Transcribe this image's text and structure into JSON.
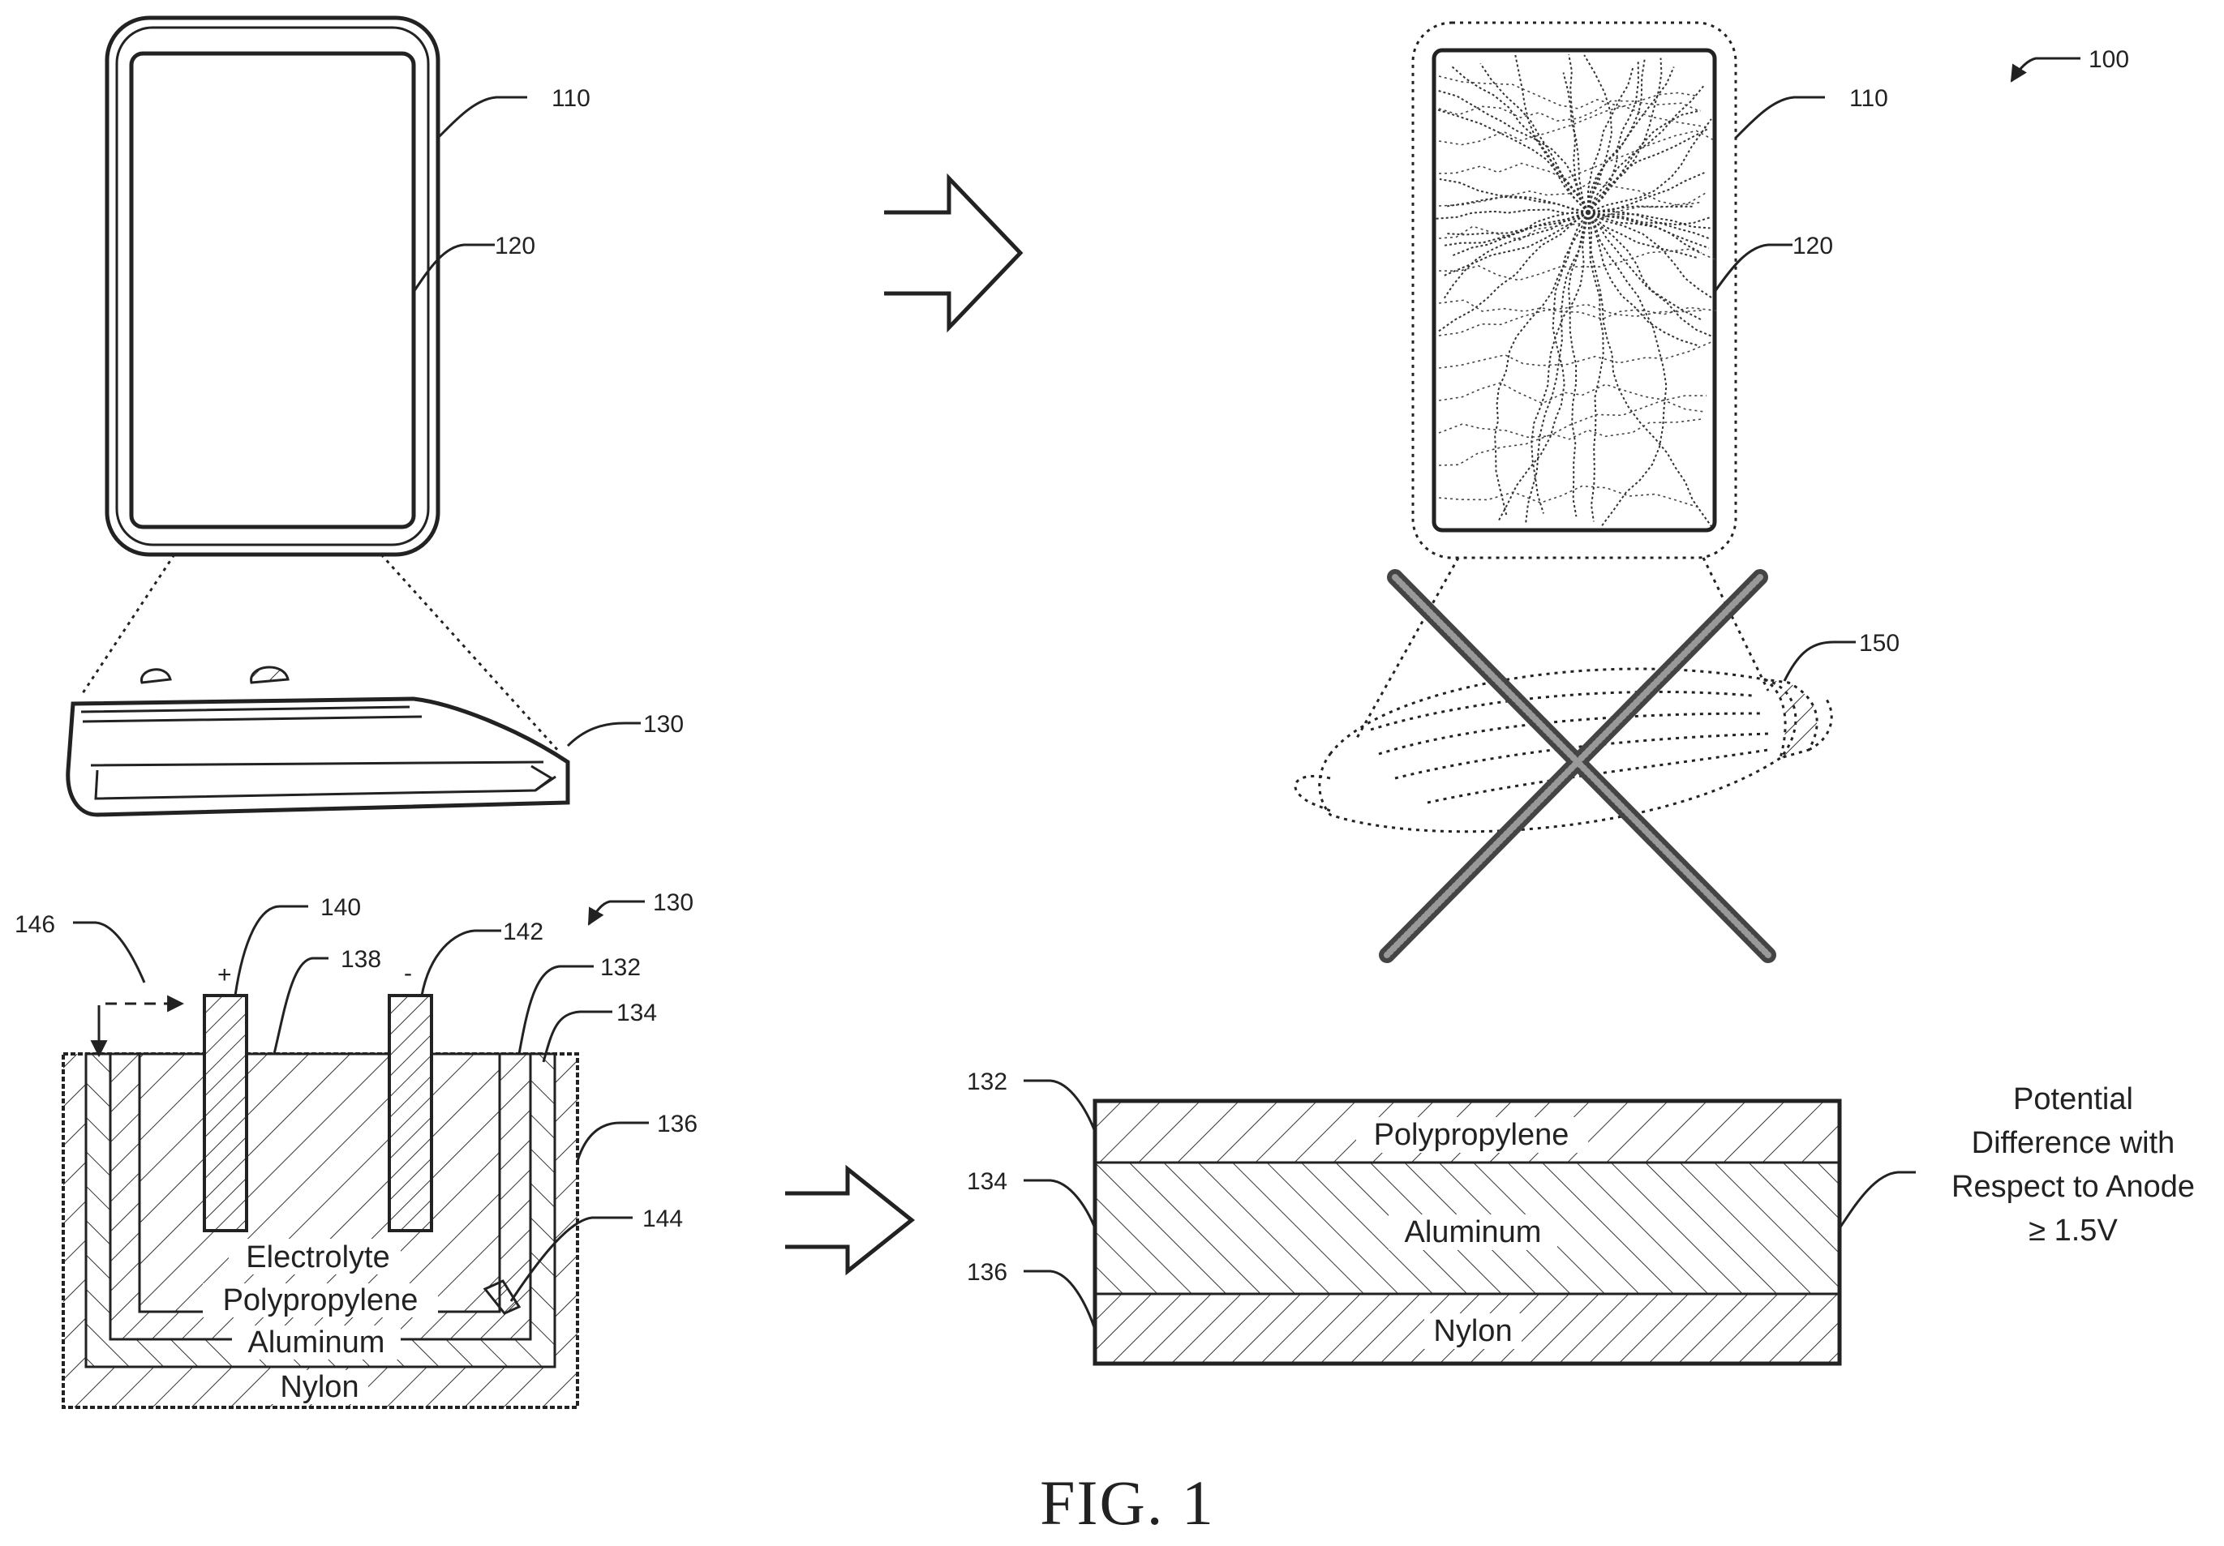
{
  "figure": {
    "caption": "FIG. 1",
    "ref_labels": {
      "r100": "100",
      "r110_left": "110",
      "r120_left": "120",
      "r130_pouch": "130",
      "r110_right": "110",
      "r120_right": "120",
      "r150": "150",
      "r146": "146",
      "r140": "140",
      "r138": "138",
      "r142": "142",
      "r130_cell": "130",
      "r132_cell": "132",
      "r134_cell": "134",
      "r136_cell": "136",
      "r144": "144",
      "r132_stack": "132",
      "r134_stack": "134",
      "r136_stack": "136"
    },
    "terminals": {
      "plus": "+",
      "minus": "-"
    },
    "cell_layers": {
      "electrolyte": "Electrolyte",
      "polypropylene": "Polypropylene",
      "aluminum": "Aluminum",
      "nylon": "Nylon"
    },
    "stack_layers": {
      "polypropylene": "Polypropylene",
      "aluminum": "Aluminum",
      "nylon": "Nylon"
    },
    "potential_note": {
      "line1": "Potential",
      "line2": "Difference with",
      "line3": "Respect to Anode",
      "line4": "≥ 1.5V"
    }
  }
}
